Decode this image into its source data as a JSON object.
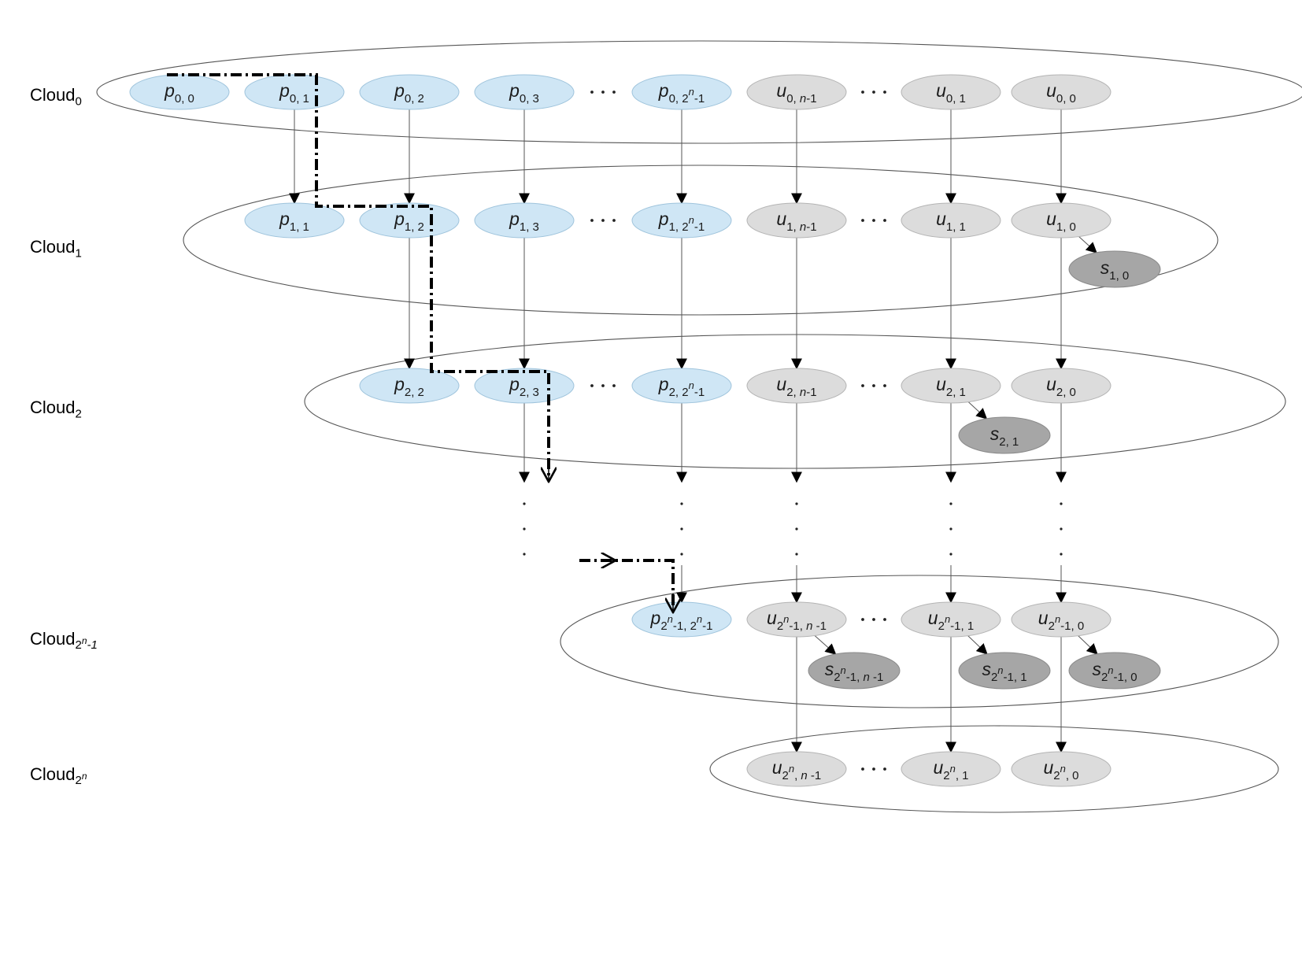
{
  "colors": {
    "process": "#cfe6f5",
    "process_stroke": "#9fc4dc",
    "unit": "#dcdcdc",
    "unit_stroke": "#b4b4b4",
    "storage": "#a6a6a6",
    "storage_stroke": "#8a8a8a",
    "cloud_stroke": "#555555",
    "edge": "#555555",
    "path": "#000000"
  },
  "clouds": [
    {
      "id": "c0",
      "base": "Cloud",
      "sub": "0"
    },
    {
      "id": "c1",
      "base": "Cloud",
      "sub": "1"
    },
    {
      "id": "c2",
      "base": "Cloud",
      "sub": "2"
    },
    {
      "id": "c3",
      "base": "Cloud",
      "sub_parts": [
        {
          "t": "2",
          "s": "sub"
        },
        {
          "t": "n",
          "s": "supi"
        },
        {
          "t": "-1",
          "s": "subi"
        }
      ]
    },
    {
      "id": "c4",
      "base": "Cloud",
      "sub_parts": [
        {
          "t": "2",
          "s": "sub"
        },
        {
          "t": "n",
          "s": "supi"
        }
      ]
    }
  ],
  "nodes": [
    {
      "id": "p00",
      "kind": "process",
      "parts": [
        {
          "t": "p",
          "s": "i"
        },
        {
          "t": "0, 0",
          "s": "sub"
        }
      ]
    },
    {
      "id": "p01",
      "kind": "process",
      "parts": [
        {
          "t": "p",
          "s": "i"
        },
        {
          "t": "0, 1",
          "s": "sub"
        }
      ]
    },
    {
      "id": "p02",
      "kind": "process",
      "parts": [
        {
          "t": "p",
          "s": "i"
        },
        {
          "t": "0, 2",
          "s": "sub"
        }
      ]
    },
    {
      "id": "p03",
      "kind": "process",
      "parts": [
        {
          "t": "p",
          "s": "i"
        },
        {
          "t": "0, 3",
          "s": "sub"
        }
      ]
    },
    {
      "id": "p02n",
      "kind": "process",
      "parts": [
        {
          "t": "p",
          "s": "i"
        },
        {
          "t": "0, 2",
          "s": "sub"
        },
        {
          "t": "n",
          "s": "subsupi"
        },
        {
          "t": "-1",
          "s": "sub"
        }
      ]
    },
    {
      "id": "u0n",
      "kind": "unit",
      "parts": [
        {
          "t": "u",
          "s": "i"
        },
        {
          "t": "0, ",
          "s": "sub"
        },
        {
          "t": "n",
          "s": "subi"
        },
        {
          "t": "-1",
          "s": "sub"
        }
      ]
    },
    {
      "id": "u01",
      "kind": "unit",
      "parts": [
        {
          "t": "u",
          "s": "i"
        },
        {
          "t": "0, 1",
          "s": "sub"
        }
      ]
    },
    {
      "id": "u00",
      "kind": "unit",
      "parts": [
        {
          "t": "u",
          "s": "i"
        },
        {
          "t": "0, 0",
          "s": "sub"
        }
      ]
    },
    {
      "id": "p11",
      "kind": "process",
      "parts": [
        {
          "t": "p",
          "s": "i"
        },
        {
          "t": "1, 1",
          "s": "sub"
        }
      ]
    },
    {
      "id": "p12",
      "kind": "process",
      "parts": [
        {
          "t": "p",
          "s": "i"
        },
        {
          "t": "1, 2",
          "s": "sub"
        }
      ]
    },
    {
      "id": "p13",
      "kind": "process",
      "parts": [
        {
          "t": "p",
          "s": "i"
        },
        {
          "t": "1, 3",
          "s": "sub"
        }
      ]
    },
    {
      "id": "p12n",
      "kind": "process",
      "parts": [
        {
          "t": "p",
          "s": "i"
        },
        {
          "t": "1, 2",
          "s": "sub"
        },
        {
          "t": "n",
          "s": "subsupi"
        },
        {
          "t": "-1",
          "s": "sub"
        }
      ]
    },
    {
      "id": "u1n",
      "kind": "unit",
      "parts": [
        {
          "t": "u",
          "s": "i"
        },
        {
          "t": "1, ",
          "s": "sub"
        },
        {
          "t": "n",
          "s": "subi"
        },
        {
          "t": "-1",
          "s": "sub"
        }
      ]
    },
    {
      "id": "u11",
      "kind": "unit",
      "parts": [
        {
          "t": "u",
          "s": "i"
        },
        {
          "t": "1, 1",
          "s": "sub"
        }
      ]
    },
    {
      "id": "u10",
      "kind": "unit",
      "parts": [
        {
          "t": "u",
          "s": "i"
        },
        {
          "t": "1, 0",
          "s": "sub"
        }
      ]
    },
    {
      "id": "s10",
      "kind": "storage",
      "parts": [
        {
          "t": "s",
          "s": "i"
        },
        {
          "t": "1, 0",
          "s": "sub"
        }
      ]
    },
    {
      "id": "p22",
      "kind": "process",
      "parts": [
        {
          "t": "p",
          "s": "i"
        },
        {
          "t": "2, 2",
          "s": "sub"
        }
      ]
    },
    {
      "id": "p23",
      "kind": "process",
      "parts": [
        {
          "t": "p",
          "s": "i"
        },
        {
          "t": "2, 3",
          "s": "sub"
        }
      ]
    },
    {
      "id": "p22n",
      "kind": "process",
      "parts": [
        {
          "t": "p",
          "s": "i"
        },
        {
          "t": "2, 2",
          "s": "sub"
        },
        {
          "t": "n",
          "s": "subsupi"
        },
        {
          "t": "-1",
          "s": "sub"
        }
      ]
    },
    {
      "id": "u2n",
      "kind": "unit",
      "parts": [
        {
          "t": "u",
          "s": "i"
        },
        {
          "t": "2, ",
          "s": "sub"
        },
        {
          "t": "n",
          "s": "subi"
        },
        {
          "t": "-1",
          "s": "sub"
        }
      ]
    },
    {
      "id": "u21",
      "kind": "unit",
      "parts": [
        {
          "t": "u",
          "s": "i"
        },
        {
          "t": "2, 1",
          "s": "sub"
        }
      ]
    },
    {
      "id": "u20",
      "kind": "unit",
      "parts": [
        {
          "t": "u",
          "s": "i"
        },
        {
          "t": "2, 0",
          "s": "sub"
        }
      ]
    },
    {
      "id": "s21",
      "kind": "storage",
      "parts": [
        {
          "t": "s",
          "s": "i"
        },
        {
          "t": "2, 1",
          "s": "sub"
        }
      ]
    },
    {
      "id": "pL",
      "kind": "process",
      "parts": [
        {
          "t": "p",
          "s": "i"
        },
        {
          "t": "2",
          "s": "sub"
        },
        {
          "t": "n",
          "s": "subsupi"
        },
        {
          "t": "-1, 2",
          "s": "sub"
        },
        {
          "t": "n",
          "s": "subsupi"
        },
        {
          "t": "-1",
          "s": "sub"
        }
      ]
    },
    {
      "id": "uLn",
      "kind": "unit",
      "parts": [
        {
          "t": "u",
          "s": "i"
        },
        {
          "t": "2",
          "s": "sub"
        },
        {
          "t": "n",
          "s": "subsupi"
        },
        {
          "t": "-1, ",
          "s": "sub"
        },
        {
          "t": "n",
          "s": "subi"
        },
        {
          "t": " -1",
          "s": "sub"
        }
      ]
    },
    {
      "id": "uL1",
      "kind": "unit",
      "parts": [
        {
          "t": "u",
          "s": "i"
        },
        {
          "t": "2",
          "s": "sub"
        },
        {
          "t": "n",
          "s": "subsupi"
        },
        {
          "t": "-1, 1",
          "s": "sub"
        }
      ]
    },
    {
      "id": "uL0",
      "kind": "unit",
      "parts": [
        {
          "t": "u",
          "s": "i"
        },
        {
          "t": "2",
          "s": "sub"
        },
        {
          "t": "n",
          "s": "subsupi"
        },
        {
          "t": "-1, 0",
          "s": "sub"
        }
      ]
    },
    {
      "id": "sLn",
      "kind": "storage",
      "parts": [
        {
          "t": "s",
          "s": "i"
        },
        {
          "t": "2",
          "s": "sub"
        },
        {
          "t": "n",
          "s": "subsupi"
        },
        {
          "t": "-1, ",
          "s": "sub"
        },
        {
          "t": "n",
          "s": "subi"
        },
        {
          "t": " -1",
          "s": "sub"
        }
      ]
    },
    {
      "id": "sL1",
      "kind": "storage",
      "parts": [
        {
          "t": "s",
          "s": "i"
        },
        {
          "t": "2",
          "s": "sub"
        },
        {
          "t": "n",
          "s": "subsupi"
        },
        {
          "t": "-1, 1",
          "s": "sub"
        }
      ]
    },
    {
      "id": "sL0",
      "kind": "storage",
      "parts": [
        {
          "t": "s",
          "s": "i"
        },
        {
          "t": "2",
          "s": "sub"
        },
        {
          "t": "n",
          "s": "subsupi"
        },
        {
          "t": "-1, 0",
          "s": "sub"
        }
      ]
    },
    {
      "id": "uFn",
      "kind": "unit",
      "parts": [
        {
          "t": "u",
          "s": "i"
        },
        {
          "t": "2",
          "s": "sub"
        },
        {
          "t": "n",
          "s": "subsupi"
        },
        {
          "t": ", ",
          "s": "sub"
        },
        {
          "t": "n",
          "s": "subi"
        },
        {
          "t": " -1",
          "s": "sub"
        }
      ]
    },
    {
      "id": "uF1",
      "kind": "unit",
      "parts": [
        {
          "t": "u",
          "s": "i"
        },
        {
          "t": "2",
          "s": "sub"
        },
        {
          "t": "n",
          "s": "subsupi"
        },
        {
          "t": ", 1",
          "s": "sub"
        }
      ]
    },
    {
      "id": "uF0",
      "kind": "unit",
      "parts": [
        {
          "t": "u",
          "s": "i"
        },
        {
          "t": "2",
          "s": "sub"
        },
        {
          "t": "n",
          "s": "subsupi"
        },
        {
          "t": ", 0",
          "s": "sub"
        }
      ]
    }
  ],
  "edges": [
    [
      "p01",
      "p11"
    ],
    [
      "p02",
      "p12"
    ],
    [
      "p03",
      "p13"
    ],
    [
      "p02n",
      "p12n"
    ],
    [
      "u0n",
      "u1n"
    ],
    [
      "u01",
      "u11"
    ],
    [
      "u00",
      "u10"
    ],
    [
      "p12",
      "p22"
    ],
    [
      "p13",
      "p23"
    ],
    [
      "p12n",
      "p22n"
    ],
    [
      "u1n",
      "u2n"
    ],
    [
      "u11",
      "u21"
    ],
    [
      "u10",
      "u20"
    ],
    [
      "u10",
      "s10"
    ],
    [
      "u21",
      "s21"
    ],
    [
      "uLn",
      "sLn"
    ],
    [
      "uL1",
      "sL1"
    ],
    [
      "uL0",
      "sL0"
    ],
    [
      "uLn",
      "uFn"
    ],
    [
      "uL1",
      "uF1"
    ],
    [
      "uL0",
      "uF0"
    ]
  ],
  "continuations": [
    "p23",
    "p22n",
    "u2n",
    "u21",
    "u20"
  ],
  "ellipses_between": [
    [
      "p03",
      "p02n"
    ],
    [
      "p13",
      "p12n"
    ],
    [
      "p23",
      "p22n"
    ],
    [
      "u0n",
      "u01"
    ],
    [
      "u1n",
      "u11"
    ],
    [
      "u2n",
      "u21"
    ],
    [
      "uLn",
      "uL1"
    ],
    [
      "uFn",
      "uF1"
    ]
  ]
}
